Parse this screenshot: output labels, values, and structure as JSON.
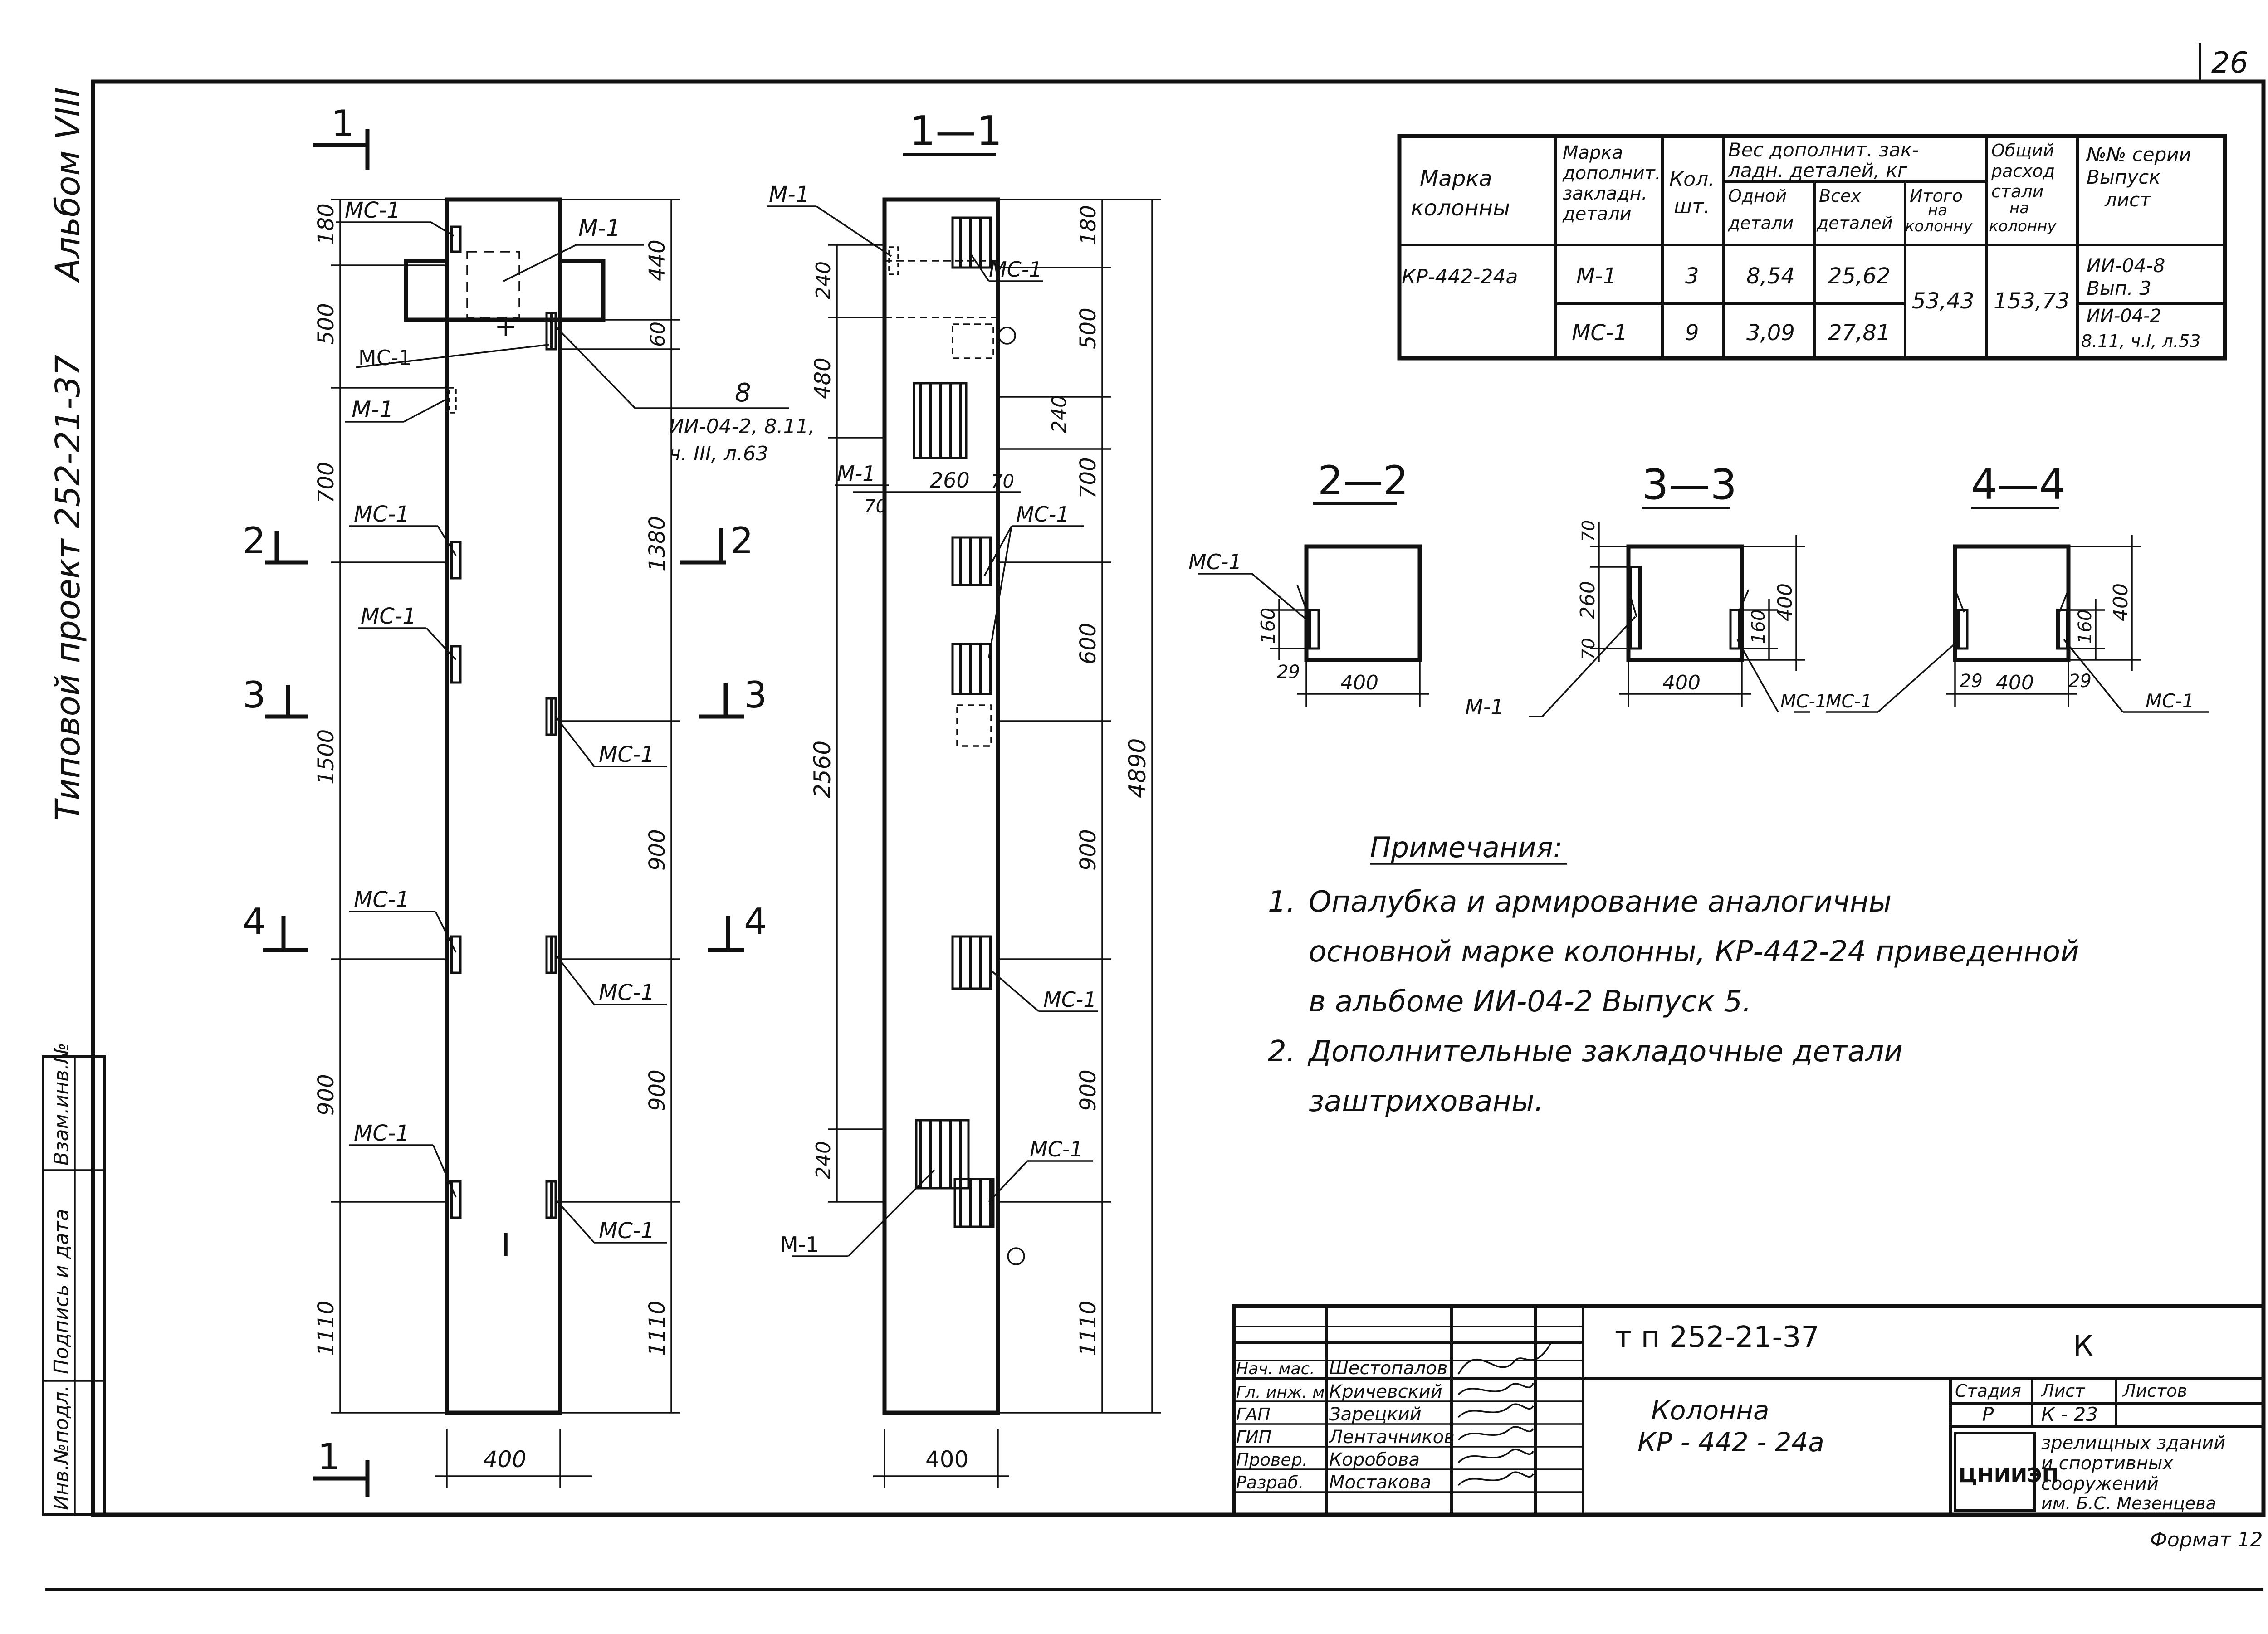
{
  "sheet_number": "26",
  "side_stamp": {
    "album": "Альбом VIII",
    "project": "Типовой проект 252-21-37",
    "inv_boxes": [
      "Инв.№подл.",
      "Подпись и дата",
      "Взам.инв.№"
    ]
  },
  "elevation": {
    "cut_mark": "1",
    "labels": {
      "m1": "М-1",
      "mc1": "МС-1"
    },
    "ref_number": "8",
    "ref_text_1": "ИИ-04-2, 8.11,",
    "ref_text_2": "ч. III, л.63",
    "dims_left": [
      "180",
      "500",
      "700",
      "1500",
      "900",
      "1110"
    ],
    "dims_right": [
      "440",
      "60",
      "1380",
      "900",
      "900",
      "1110"
    ],
    "width": "400",
    "center_mark": "I",
    "sections": {
      "s2": "2",
      "s3": "3",
      "s4": "4"
    }
  },
  "section_1_1": {
    "title": "1—1",
    "labels": {
      "m1": "М-1",
      "mc1": "МС-1"
    },
    "dims_left": [
      "240",
      "480",
      "2560",
      "240"
    ],
    "dims_right": [
      "180",
      "500",
      "240",
      "700",
      "600",
      "900",
      "900",
      "1110"
    ],
    "dims_total": "4890",
    "dims_small": [
      "260",
      "70",
      "70"
    ],
    "width": "400"
  },
  "table": {
    "headers": {
      "mark": "Марка колонны",
      "add_mark": "Марка дополнит. закладн. детали",
      "qty": "Кол. шт.",
      "weight_group": "Вес дополнит. закладн. деталей, кг",
      "one": "Одной детали",
      "all": "Всех деталей",
      "total": "Итого на колонну",
      "steel": "Общий расход стали на колонну",
      "series": "№№ серии Выпуск лист"
    },
    "rows": [
      {
        "mark": "КР-442-24а",
        "detail": "М-1",
        "qty": "3",
        "one": "8,54",
        "all": "25,62",
        "total": "53,43",
        "steel": "153,73",
        "series_1": "ИИ-04-8",
        "series_2": "Вып. 3"
      },
      {
        "mark": "",
        "detail": "МС-1",
        "qty": "9",
        "one": "3,09",
        "all": "27,81",
        "total": "",
        "steel": "",
        "series_1": "ИИ-04-2",
        "series_2": "8.11, ч.I, л.53"
      }
    ]
  },
  "sections": {
    "s22": {
      "title": "2—2",
      "label": "МС-1",
      "dims": [
        "160",
        "29",
        "400"
      ]
    },
    "s33": {
      "title": "3—3",
      "labels": [
        "М-1",
        "МС-1",
        "МС-1"
      ],
      "dims": [
        "70",
        "260",
        "70",
        "400",
        "160",
        "400"
      ]
    },
    "s44": {
      "title": "4—4",
      "labels": [
        "МС-1"
      ],
      "dims": [
        "29",
        "400",
        "29",
        "160",
        "400"
      ]
    }
  },
  "notes": {
    "title": "Примечания:",
    "items": [
      {
        "num": "1.",
        "lines": [
          "Опалубка и армирование аналогичны",
          "основной марке колонны, КР-442-24 приведенной",
          "в альбоме ИИ-04-2  Выпуск 5."
        ]
      },
      {
        "num": "2.",
        "lines": [
          "Дополнительные закладочные детали",
          "заштрихованы."
        ]
      }
    ]
  },
  "title_block": {
    "doc_code": "т п 252-21-37",
    "letter": "К",
    "roles": [
      {
        "role": "Нач. мас.",
        "name": "Шестопалов"
      },
      {
        "role": "Гл. инж. м.",
        "name": "Кричевский"
      },
      {
        "role": "ГАП",
        "name": "Зарецкий"
      },
      {
        "role": "ГИП",
        "name": "Лентачников"
      },
      {
        "role": "Провер.",
        "name": "Коробова"
      },
      {
        "role": "Разраб.",
        "name": "Мостакова"
      }
    ],
    "title_1": "Колонна",
    "title_2": "КР - 442 - 24а",
    "stage_head": "Стадия",
    "stage": "Р",
    "sheet_head": "Лист",
    "sheet": "К - 23",
    "sheets_head": "Листов",
    "sheets": "",
    "org_logo": "ЦНИИЭП",
    "org_1": "зрелищных зданий",
    "org_2": "и спортивных",
    "org_3": "сооружений",
    "org_4": "им. Б.С. Мезенцева",
    "format": "Формат 12"
  }
}
